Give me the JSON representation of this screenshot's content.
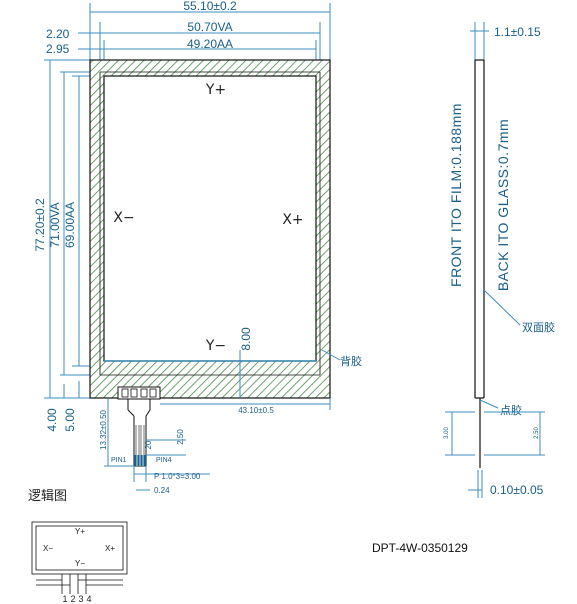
{
  "top_dims": {
    "overall_width": "55.10±0.2",
    "va_width": "50.70VA",
    "aa_width": "49.20AA",
    "offset_va": "2.20",
    "offset_aa": "2.95"
  },
  "left_dims": {
    "overall_height": "77.20±0.2",
    "va_height": "71.00VA",
    "aa_height": "69.00AA",
    "bottom_a": "4.00",
    "bottom_b": "5.00"
  },
  "panel_labels": {
    "y_plus": "Y+",
    "y_minus": "Y−",
    "x_minus": "X−",
    "x_plus": "X+"
  },
  "inner_dims": {
    "bottom_border": "8.00",
    "tail_width": "43.10±0.5",
    "tail_length": "13.32±0.50",
    "tail_width_b": "20",
    "tail_gap": "2.50"
  },
  "tail_pins": {
    "pin1": "PIN1",
    "pin4": "PIN4",
    "pitch": "P 1.0*3=3.00",
    "width": "0.24"
  },
  "side_view": {
    "film_thickness": "1.1±0.15",
    "front_text": "FRONT ITO FILM:0.188mm",
    "back_text": "BACK ITO GLASS:0.7mm",
    "double_tape": "双面胶",
    "dot_glue": "点胶",
    "tail_dim_a": "3.00",
    "tail_dim_b": "2.50",
    "tail_thickness": "0.10±0.05"
  },
  "back_glue": "背胶",
  "logic_title": "逻辑图",
  "logic": {
    "y_plus": "Y+",
    "y_minus": "Y−",
    "x_minus": "X−",
    "x_plus": "X+",
    "pins": [
      "1",
      "2",
      "3",
      "4"
    ]
  },
  "part_code": "DPT-4W-0350129"
}
